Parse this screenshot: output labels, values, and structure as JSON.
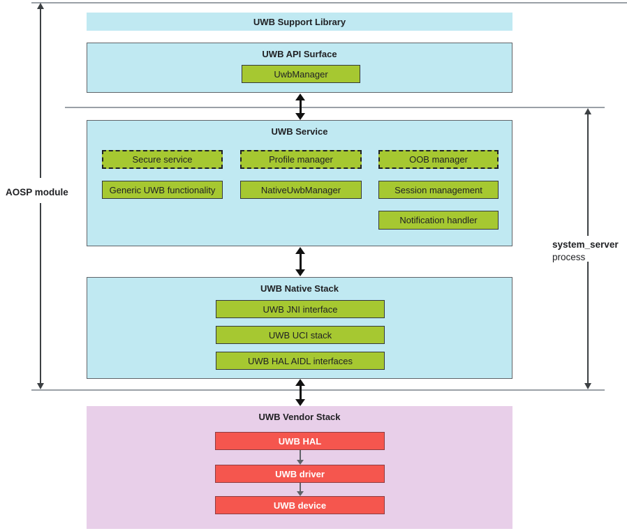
{
  "diagram": {
    "side_labels": {
      "aosp_module": "AOSP module",
      "system_server": "system_server",
      "process": "process"
    },
    "layers": {
      "support_library": {
        "title": "UWB Support Library"
      },
      "api_surface": {
        "title": "UWB API Surface",
        "modules": {
          "uwb_manager": "UwbManager"
        }
      },
      "service": {
        "title": "UWB Service",
        "dashed_modules": [
          "Secure service",
          "Profile manager",
          "OOB manager"
        ],
        "solid_modules": [
          "Generic UWB functionality",
          "NativeUwbManager",
          "Session management"
        ],
        "extra_module": "Notification handler"
      },
      "native_stack": {
        "title": "UWB Native Stack",
        "modules": [
          "UWB JNI interface",
          "UWB UCI stack",
          "UWB HAL AIDL interfaces"
        ]
      },
      "vendor_stack": {
        "title": "UWB Vendor Stack",
        "modules": [
          "UWB HAL",
          "UWB driver",
          "UWB device"
        ]
      }
    },
    "colors": {
      "cyan": "#c0e9f2",
      "pink": "#e8cfe9",
      "green": "#a6c831",
      "red": "#f5564e",
      "line_gray": "#9aa0a6",
      "ink": "#3c4043"
    }
  }
}
